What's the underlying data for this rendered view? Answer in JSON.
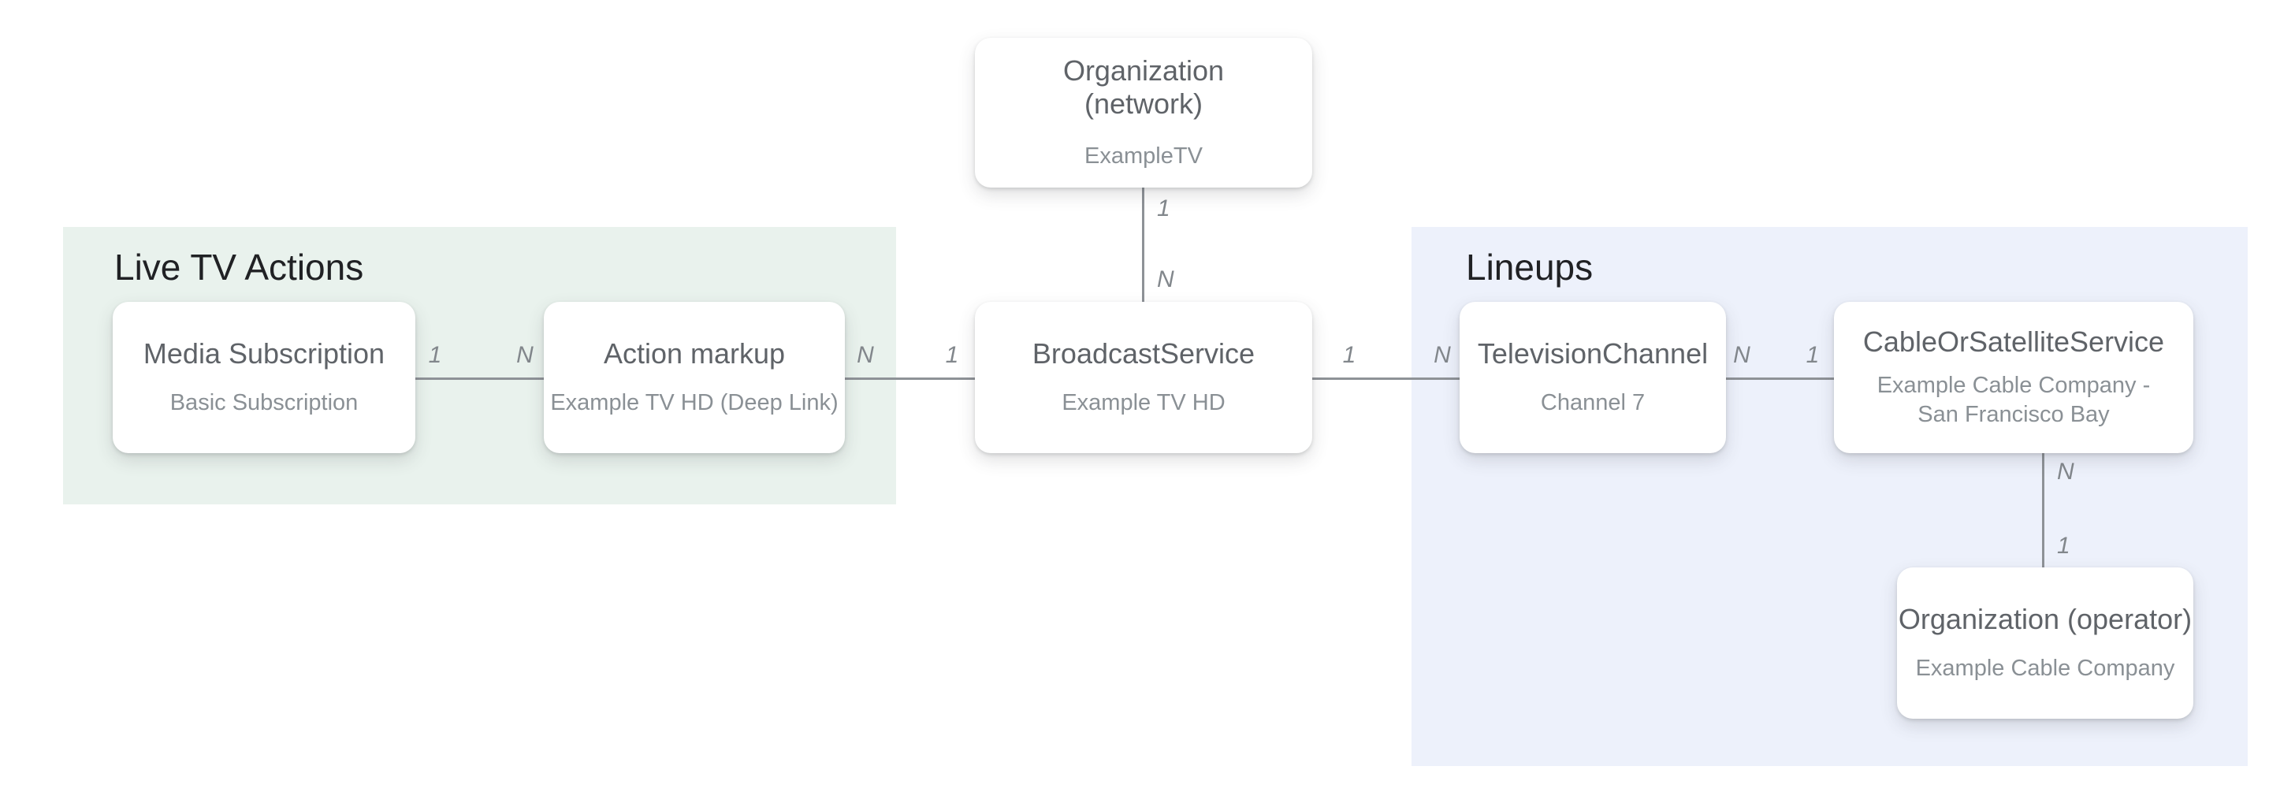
{
  "regions": {
    "live_tv_actions": {
      "title": "Live TV Actions",
      "bg_color": "#e9f2ed"
    },
    "lineups": {
      "title": "Lineups",
      "bg_color": "#edf1fb"
    }
  },
  "nodes": {
    "organization_network": {
      "title_line1": "Organization",
      "title_line2": "(network)",
      "subtitle": "ExampleTV"
    },
    "media_subscription": {
      "title": "Media Subscription",
      "subtitle": "Basic Subscription"
    },
    "action_markup": {
      "title": "Action markup",
      "subtitle": "Example TV HD (Deep Link)"
    },
    "broadcast_service": {
      "title": "BroadcastService",
      "subtitle": "Example TV HD"
    },
    "television_channel": {
      "title": "TelevisionChannel",
      "subtitle": "Channel 7"
    },
    "cable_or_satellite_service": {
      "title": "CableOrSatelliteService",
      "subtitle": "Example Cable Company - San Francisco Bay"
    },
    "organization_operator": {
      "title": "Organization (operator)",
      "subtitle": "Example Cable Company"
    }
  },
  "edges": {
    "network_to_broadcast": {
      "start_label": "1",
      "end_label": "N"
    },
    "media_to_action": {
      "start_label": "1",
      "end_label": "N"
    },
    "action_to_broadcast": {
      "start_label": "N",
      "end_label": "1"
    },
    "broadcast_to_television": {
      "start_label": "1",
      "end_label": "N"
    },
    "television_to_cable": {
      "start_label": "N",
      "end_label": "1"
    },
    "cable_to_operator": {
      "start_label": "N",
      "end_label": "1"
    }
  },
  "colors": {
    "page_background": "#ffffff",
    "live_tv_actions_background": "#e9f2ed",
    "lineups_background": "#edf1fb",
    "node_background": "#ffffff",
    "node_title_text": "#5f6368",
    "node_subtitle_text": "#8a9095",
    "region_title_text": "#202124",
    "connector_line": "#8e9297",
    "cardinality_text": "#82878c"
  }
}
